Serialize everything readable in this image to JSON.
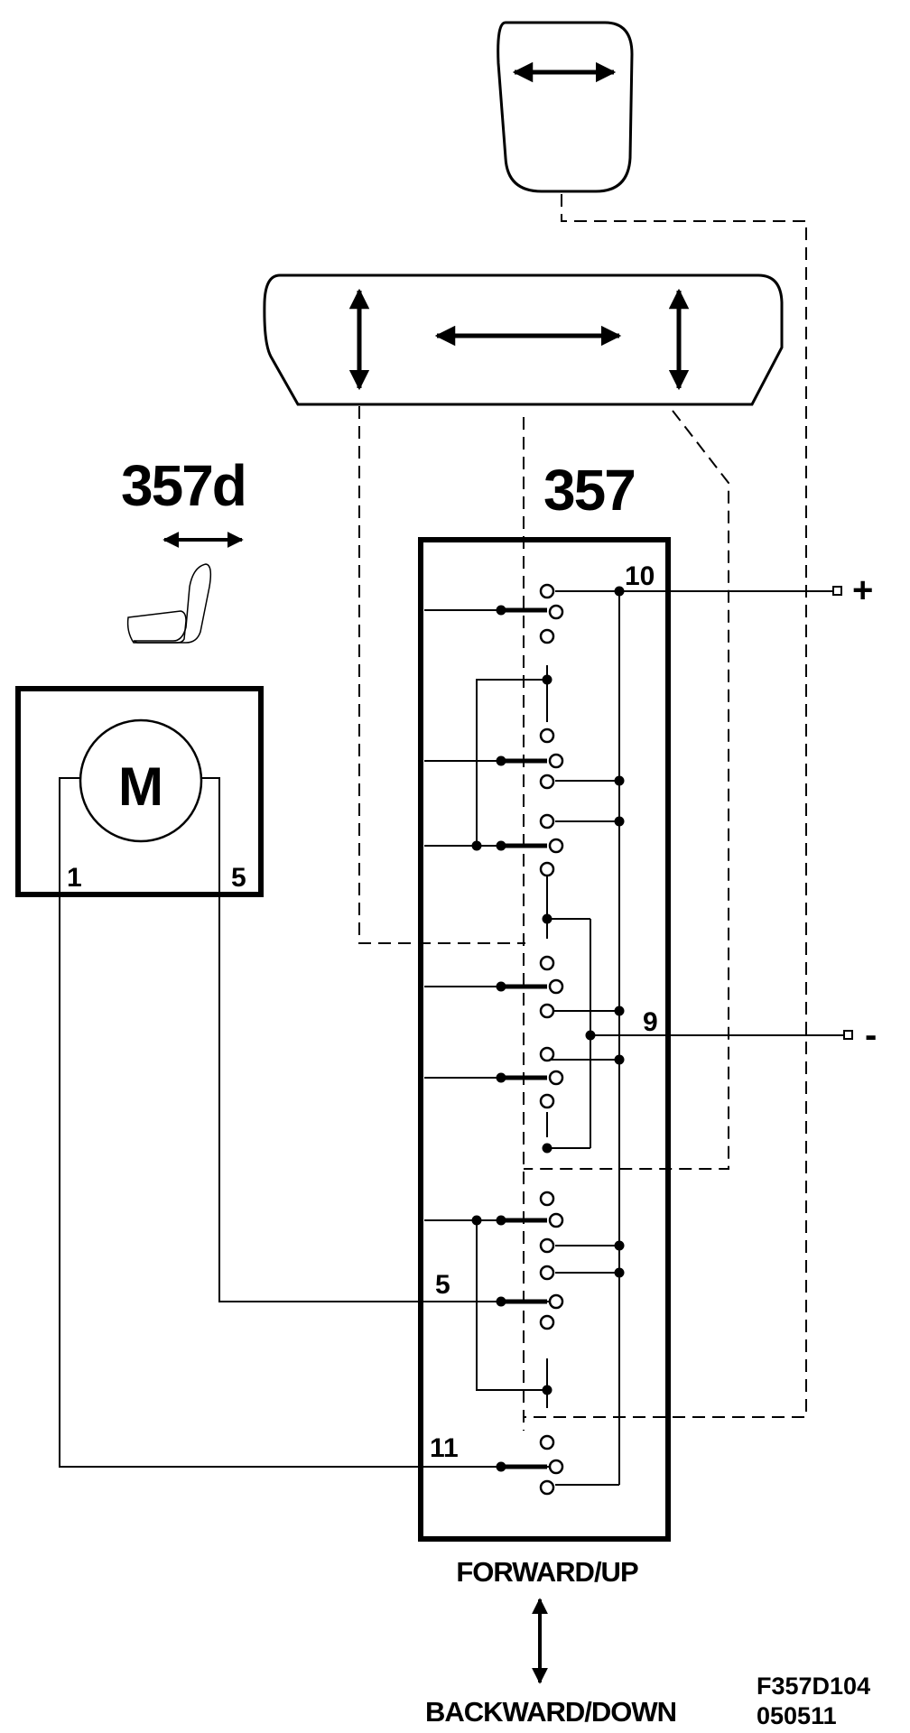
{
  "labels": {
    "switch_number": "357",
    "seat_switch_number": "357d",
    "motor_symbol": "M",
    "motor_pin_left": "1",
    "motor_pin_right": "5",
    "pin_plus": "10",
    "pin_minus": "9",
    "pin_motor_a": "5",
    "pin_motor_b": "11",
    "plus_sign": "+",
    "minus_sign": "-",
    "direction_top": "FORWARD/UP",
    "direction_bottom": "BACKWARD/DOWN",
    "figure_code": "F357D104",
    "figure_date": "050511"
  },
  "icons": {
    "knob": "rotary-knob-icon",
    "rocker": "adjustment-rocker-icon",
    "seat": "seat-icon",
    "motor": "motor-icon",
    "arrow": "double-arrow-icon"
  }
}
